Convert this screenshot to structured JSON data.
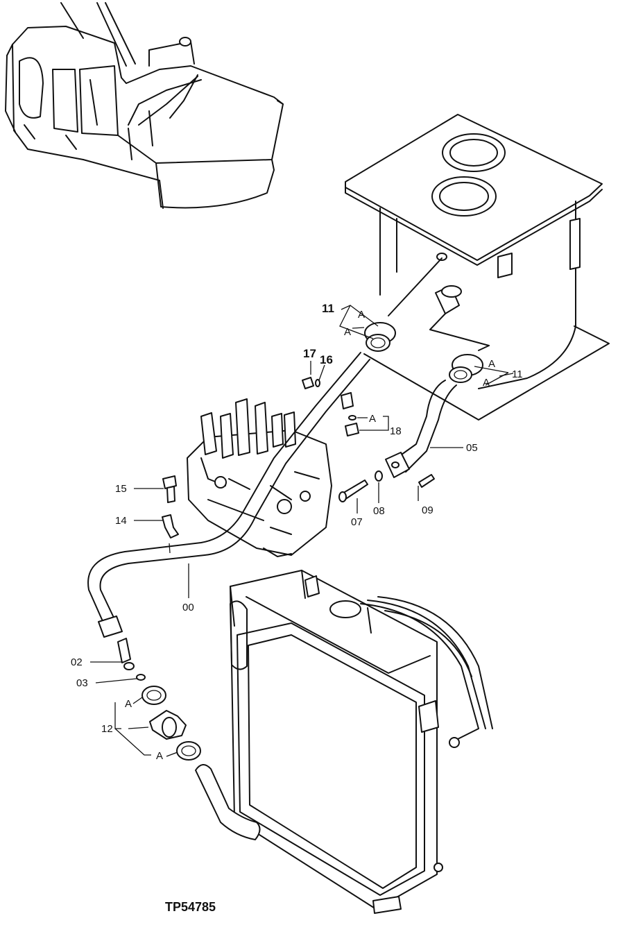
{
  "drawing_ref": "TP54785",
  "callouts": {
    "c00": "00",
    "c02": "02",
    "c03": "03",
    "c05": "05",
    "c07": "07",
    "c08": "08",
    "c09": "09",
    "c11_top": "11",
    "c11_right": "11",
    "c12": "12",
    "c14": "14",
    "c15": "15",
    "c16": "16",
    "c17": "17",
    "c18": "18"
  },
  "group_marker": "A",
  "colors": {
    "line": "#111111",
    "background": "#ffffff"
  }
}
